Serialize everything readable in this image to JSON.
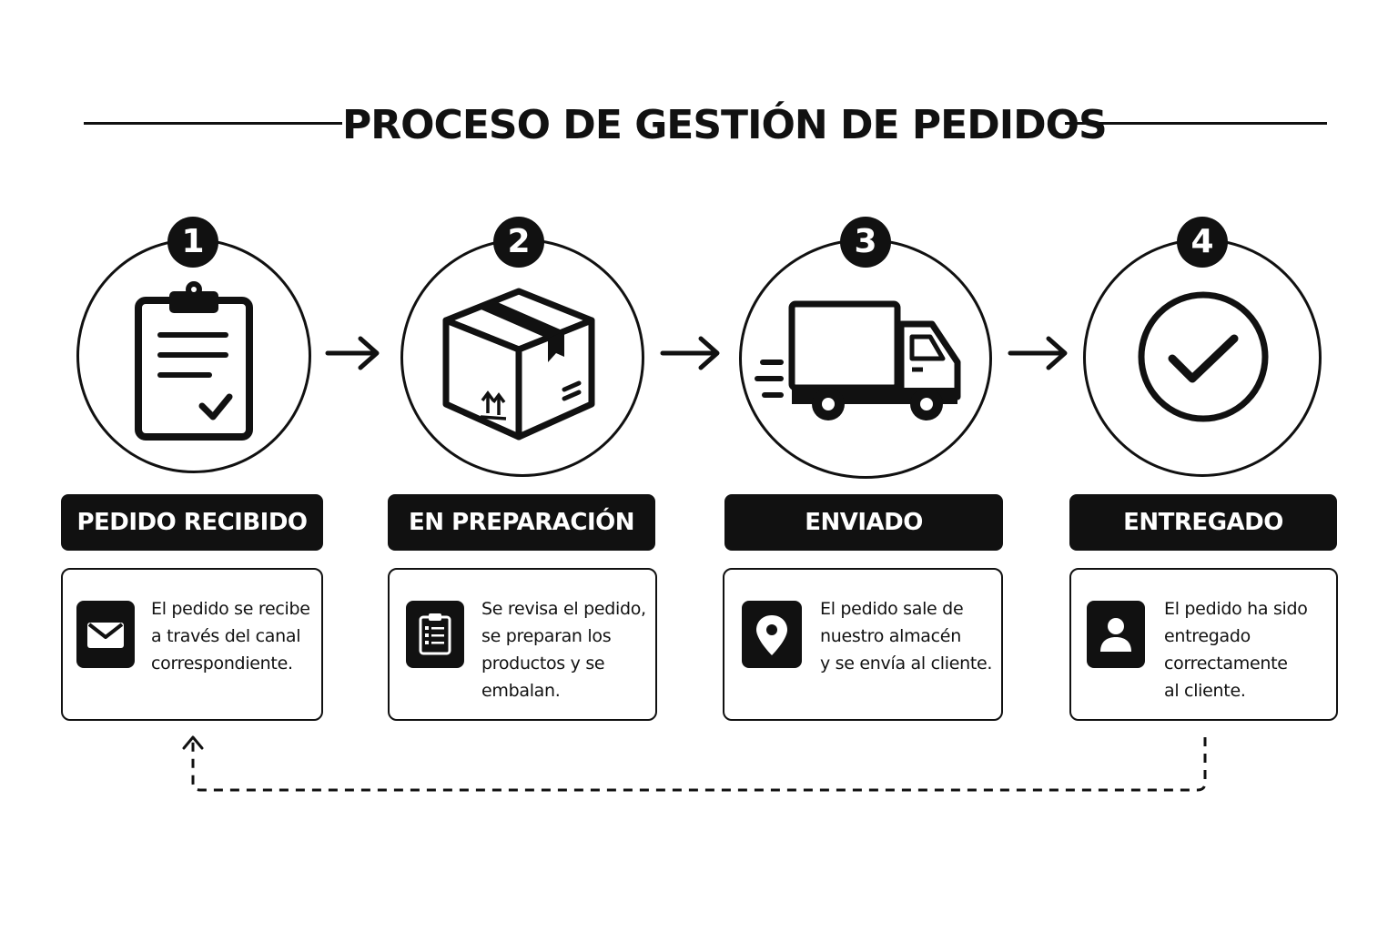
{
  "title": "PROCESO DE GESTIÓN DE PEDIDOS",
  "steps": [
    {
      "number": "1",
      "label": "PEDIDO RECIBIDO",
      "icon": "clipboard-check-icon",
      "card_icon": "envelope-icon",
      "lines": [
        "El pedido se recibe",
        "a través del canal",
        "correspondiente."
      ]
    },
    {
      "number": "2",
      "label": "EN PREPARACIÓN",
      "icon": "package-box-icon",
      "card_icon": "checklist-icon",
      "lines": [
        "Se revisa el pedido,",
        "se preparan los",
        "productos y se",
        "embalan."
      ]
    },
    {
      "number": "3",
      "label": "ENVIADO",
      "icon": "delivery-truck-icon",
      "card_icon": "location-pin-icon",
      "lines": [
        "El pedido sale de",
        "nuestro almacén",
        "y se envía al cliente."
      ]
    },
    {
      "number": "4",
      "label": "ENTREGADO",
      "icon": "check-circle-icon",
      "card_icon": "user-icon",
      "lines": [
        "El pedido ha sido",
        "entregado",
        "correctamente",
        "al cliente."
      ]
    }
  ],
  "connectors": [
    "arrow-right-icon",
    "arrow-right-icon",
    "arrow-right-icon"
  ],
  "loop": "dashed-return-arrow",
  "colors": {
    "ink": "#111111",
    "background": "#ffffff"
  }
}
